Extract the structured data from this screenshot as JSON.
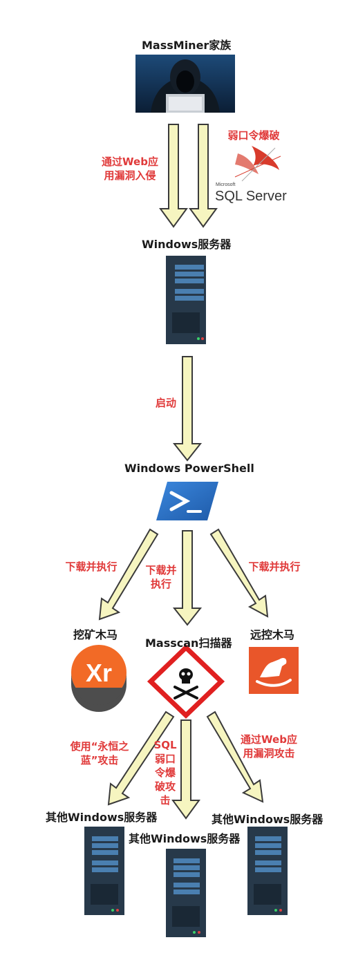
{
  "nodes": {
    "massminer": "MassMiner家族",
    "windows_server": "Windows服务器",
    "powershell": "Windows PowerShell",
    "miner": "挖矿木马",
    "masscan": "Masscan扫描器",
    "rat": "远控木马",
    "other_left": "其他Windows服务器",
    "other_middle": "其他Windows服务器",
    "other_right": "其他Windows服务器"
  },
  "edges": {
    "web_vuln": "通过Web应用漏洞入侵",
    "weak_pwd": "弱口令爆破",
    "launch": "启动",
    "dl_left": "下载并执行",
    "dl_middle": "下载并执行",
    "dl_right": "下载并执行",
    "eternal_blue": "使用“永恒之蓝”攻击",
    "sql_weak": "SQL弱口令爆破攻击",
    "web_attack": "通过Web应用漏洞攻击"
  },
  "logos": {
    "sql_server_small": "Microsoft",
    "sql_server_main": "SQL Server",
    "miner_logo": "Xr"
  },
  "colors": {
    "arrow_fill": "#f6f5c0",
    "arrow_stroke": "#3a3a3a",
    "edge_label": "#e03a3a",
    "server_body": "#27394a",
    "powershell": "#2d6fc3",
    "hazard": "#e02020",
    "rat_logo": "#e9562a",
    "miner_orange": "#f26a26"
  }
}
